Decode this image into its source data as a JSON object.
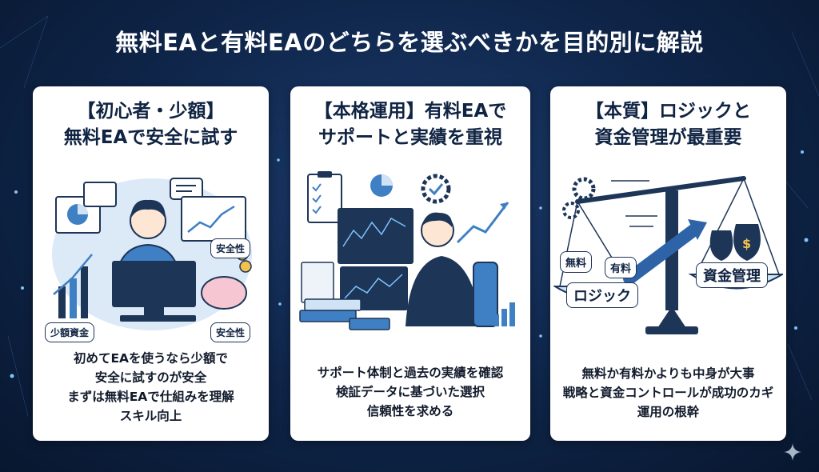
{
  "header": {
    "title": "無料EAと有料EAのどちらを選ぶべきかを目的別に解説"
  },
  "cards": [
    {
      "title_lines": [
        "【初心者・少額】",
        "無料EAで安全に試す"
      ],
      "labels": {
        "safety_top": "安全性",
        "safety_bottom": "安全性",
        "small_funds": "少額資金"
      },
      "points": [
        "初めてEAを使うなら少額で",
        "安全に試すのが安全",
        "まずは無料EAで仕組みを理解",
        "スキル向上"
      ]
    },
    {
      "title_lines": [
        "【本格運用】有料EAで",
        "サポートと実績を重視"
      ],
      "points": [
        "サポート体制と過去の実績を確認",
        "検証データに基づいた選択",
        "信頼性を求める"
      ]
    },
    {
      "title_lines": [
        "【本質】ロジックと",
        "資金管理が最重要"
      ],
      "labels": {
        "free": "無料",
        "paid": "有料",
        "logic": "ロジック",
        "money_mgmt": "資金管理"
      },
      "points": [
        "無料か有料かよりも中身が大事",
        "戦略と資金コントロールが成功のカギ",
        "運用の根幹"
      ]
    }
  ],
  "colors": {
    "navy": "#0f2342",
    "accent_blue": "#3f7fc4",
    "light_blue": "#cfe3f5",
    "bg": "#0e2447"
  }
}
